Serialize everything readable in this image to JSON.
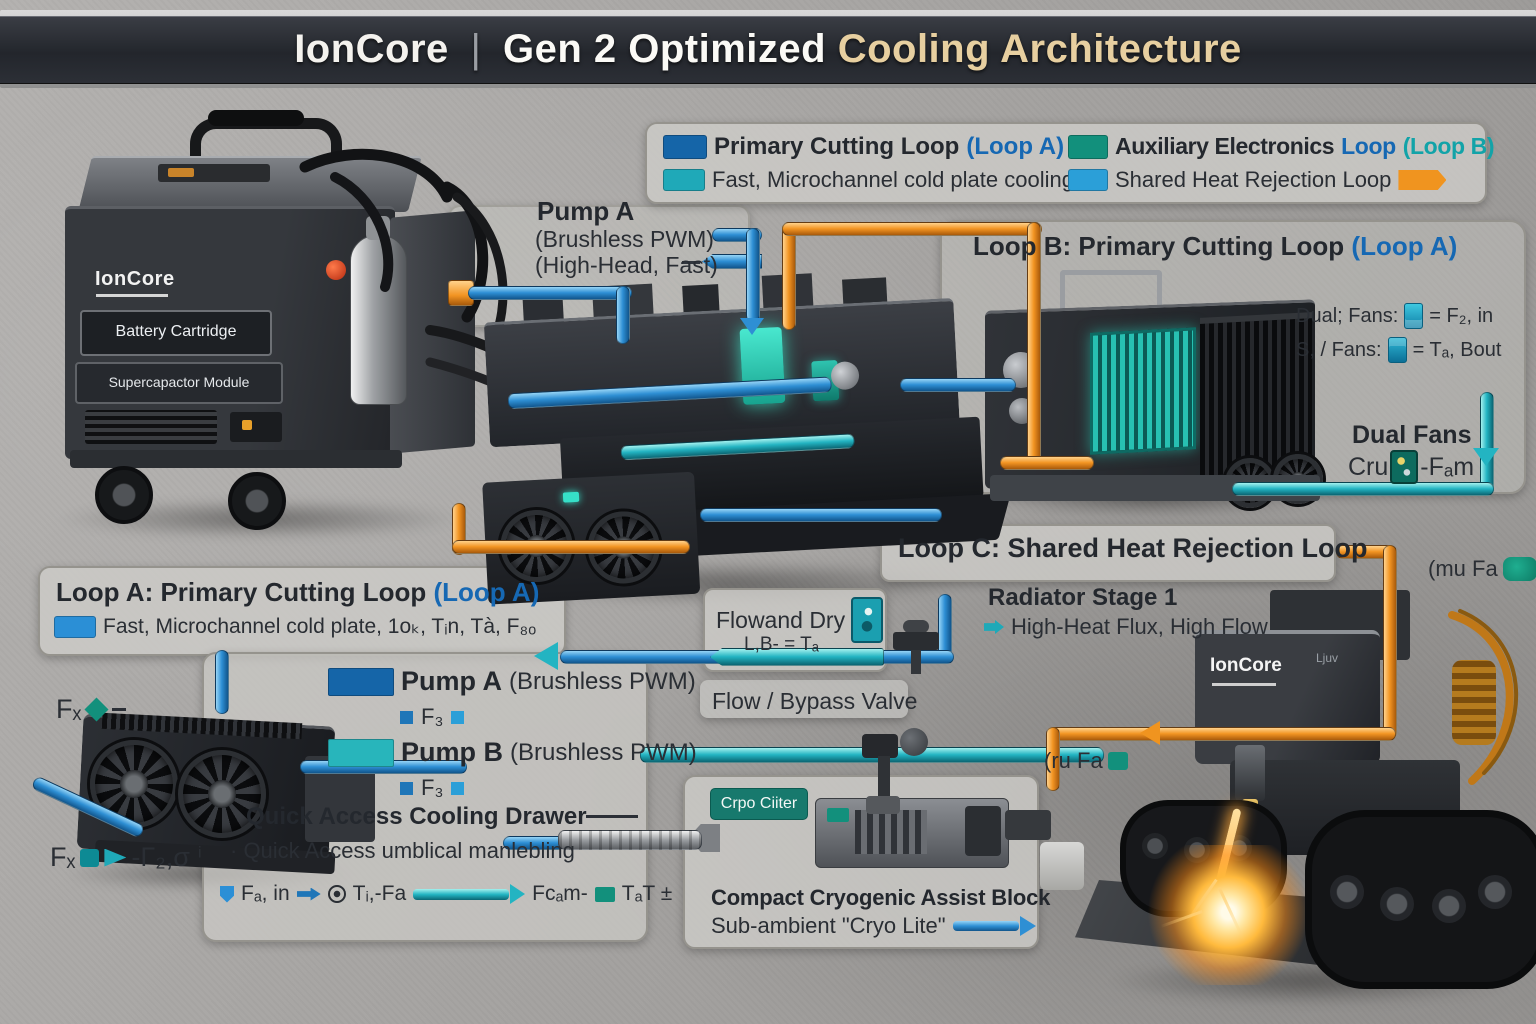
{
  "title": {
    "brand": "IonCore",
    "separator": "|",
    "main": "Gen 2 Optimized",
    "accent": "Cooling Architecture"
  },
  "colors": {
    "loop_a_blue": "#1565a8",
    "microchannel_teal": "#1fa9b8",
    "aux_green": "#12907c",
    "shared_blue": "#2b9fd8",
    "reject_orange": "#f0941f"
  },
  "legend": {
    "primary": {
      "label": "Primary Cutting Loop",
      "paren": "(Loop A)"
    },
    "primary_sub": "Fast, Microchannel cold plate cooling",
    "auxiliary": {
      "label": "Auxiliary Electronics",
      "loop_word": "Loop",
      "paren": "(Loop B)"
    },
    "shared": "Shared Heat Rejection Loop"
  },
  "pump_a_callout": {
    "title": "Pump A",
    "line2": "(Brushless PWM)",
    "line3": "(High-Head, Fast)"
  },
  "left_machine": {
    "brand": "IonCore",
    "plate1": "Battery Cartridge",
    "plate2": "Supercapactor Module"
  },
  "loop_b": {
    "title": "Loop B: Primary Cutting Loop",
    "title_paren": "(Loop A)",
    "fans_line1_a": "Dual; Fans:",
    "fans_line1_b": "= F₂, in",
    "fans_line2_a": "S, / Fans:",
    "fans_line2_b": "= Tₐ, Bout",
    "dual_fans_title": "Dual Fans",
    "dual_fans_a": "Cru",
    "dual_fans_b": "-Fₐm"
  },
  "loop_a": {
    "title": "Loop A: Primary Cutting Loop",
    "title_paren": "(Loop A)",
    "subtitle": "Fast, Microchannel cold plate, 1oₖ, Tᵢn, Tà, F₈ₒ"
  },
  "pumps_box": {
    "pump_a_title": "Pump A",
    "pump_a_detail": "(Brushless PWM)",
    "pump_a_tag": "F₃",
    "pump_b_title": "Pump B",
    "pump_b_detail": "(Brushless PWM)",
    "pump_b_tag": "F₃",
    "drawer_title": "Quick Access Cooling Drawer",
    "drawer_sub": "· Quick Access umblical manlebling",
    "flow_f1": "Fₐ, in",
    "flow_f2": "Tᵢ,-Fa",
    "flow_f3": "Fcₐm-",
    "flow_f4": "TₐT ±"
  },
  "fan_labels": {
    "top": "Fₓ",
    "bottom_a": "Fₓ",
    "bottom_b": "-Γ₂,σ ⁱ"
  },
  "loop_c": {
    "title": "Loop C: Shared Heat Rejection Loop"
  },
  "radiator_label": {
    "title": "Radiator Stage 1",
    "subtitle": "High-Heat Flux, High Flow"
  },
  "flow_dry": {
    "line1": "Flowand Dry",
    "line2": "L,B- = Tₐ"
  },
  "bypass_label": "Flow / Bypass Valve",
  "cryo": {
    "badge": "Crpo Ciiter",
    "title": "Compact Cryogenic Assist Block",
    "subtitle": "Sub-ambient \"Cryo Lite\""
  },
  "robot": {
    "brand": "IonCore",
    "model": "Ljuv",
    "tag_top": "(mu Fa",
    "tag_mid": "(ru Fa"
  }
}
